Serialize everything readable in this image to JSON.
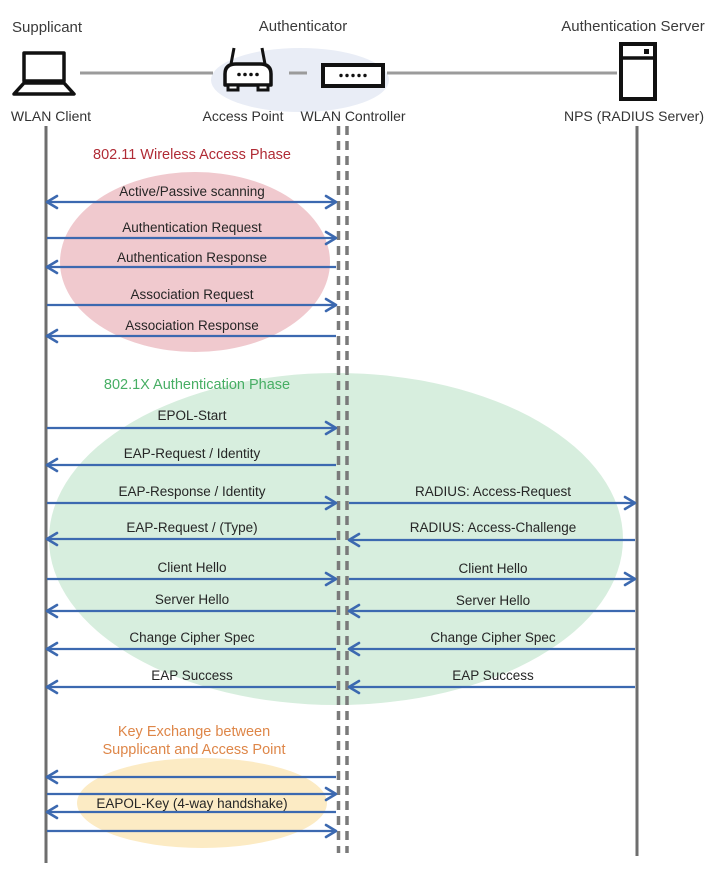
{
  "header": {
    "roles": {
      "supplicant": "Supplicant",
      "authenticator": "Authenticator",
      "auth_server": "Authentication Server"
    },
    "nodes": {
      "wlan_client": "WLAN Client",
      "access_point": "Access Point",
      "wlan_controller": "WLAN Controller",
      "nps": "NPS (RADIUS Server)"
    }
  },
  "phases": {
    "wireless_access": {
      "title": "802.11 Wireless Access Phase",
      "title_color": "#B02B35",
      "ellipse_color": "#F0C9CE"
    },
    "authentication": {
      "title": "802.1X Authentication Phase",
      "title_color": "#47AE64",
      "ellipse_color": "#D7EEDE"
    },
    "key_exchange": {
      "title_line1": "Key Exchange between",
      "title_line2": "Supplicant and Access Point",
      "title_color": "#DE8648",
      "ellipse_color": "#FCEBC4"
    }
  },
  "messages": {
    "client_ap": [
      {
        "label": "Active/Passive scanning",
        "from": "WLAN Client",
        "to": "WLAN Controller",
        "direction": "both"
      },
      {
        "label": "Authentication Request",
        "from": "WLAN Client",
        "to": "WLAN Controller",
        "direction": "right"
      },
      {
        "label": "Authentication Response",
        "from": "WLAN Controller",
        "to": "WLAN Client",
        "direction": "left"
      },
      {
        "label": "Association Request",
        "from": "WLAN Client",
        "to": "WLAN Controller",
        "direction": "right"
      },
      {
        "label": "Association Response",
        "from": "WLAN Controller",
        "to": "WLAN Client",
        "direction": "left"
      },
      {
        "label": "EPOL-Start",
        "from": "WLAN Client",
        "to": "WLAN Controller",
        "direction": "right"
      },
      {
        "label": "EAP-Request / Identity",
        "from": "WLAN Controller",
        "to": "WLAN Client",
        "direction": "left"
      },
      {
        "label": "EAP-Response / Identity",
        "from": "WLAN Client",
        "to": "WLAN Controller",
        "direction": "right"
      },
      {
        "label": "EAP-Request / (Type)",
        "from": "WLAN Controller",
        "to": "WLAN Client",
        "direction": "left"
      },
      {
        "label": "Client Hello",
        "from": "WLAN Client",
        "to": "WLAN Controller",
        "direction": "right"
      },
      {
        "label": "Server Hello",
        "from": "WLAN Controller",
        "to": "WLAN Client",
        "direction": "left"
      },
      {
        "label": "Change Cipher Spec",
        "from": "WLAN Controller",
        "to": "WLAN Client",
        "direction": "left"
      },
      {
        "label": "EAP Success",
        "from": "WLAN Controller",
        "to": "WLAN Client",
        "direction": "left"
      },
      {
        "label": "EAPOL-Key (4-way handshake)",
        "from": "WLAN Client",
        "to": "WLAN Controller",
        "direction": "both",
        "arrows": 4
      }
    ],
    "controller_server": [
      {
        "label": "RADIUS: Access-Request",
        "from": "WLAN Controller",
        "to": "NPS (RADIUS Server)",
        "direction": "right"
      },
      {
        "label": "RADIUS: Access-Challenge",
        "from": "NPS (RADIUS Server)",
        "to": "WLAN Controller",
        "direction": "left"
      },
      {
        "label": "Client Hello",
        "from": "WLAN Controller",
        "to": "NPS (RADIUS Server)",
        "direction": "right"
      },
      {
        "label": "Server Hello",
        "from": "NPS (RADIUS Server)",
        "to": "WLAN Controller",
        "direction": "left"
      },
      {
        "label": "Change Cipher Spec",
        "from": "NPS (RADIUS Server)",
        "to": "WLAN Controller",
        "direction": "left"
      },
      {
        "label": "EAP Success",
        "from": "NPS (RADIUS Server)",
        "to": "WLAN Controller",
        "direction": "left"
      }
    ]
  },
  "colors": {
    "arrow": "#3C69B0",
    "lifeline": "#6E6E6E",
    "dashed_lifeline": "#7A7A7A",
    "connector": "#9B9B9B",
    "authenticator_ellipse": "#E9EDF6",
    "text": "#2B2B2B"
  }
}
